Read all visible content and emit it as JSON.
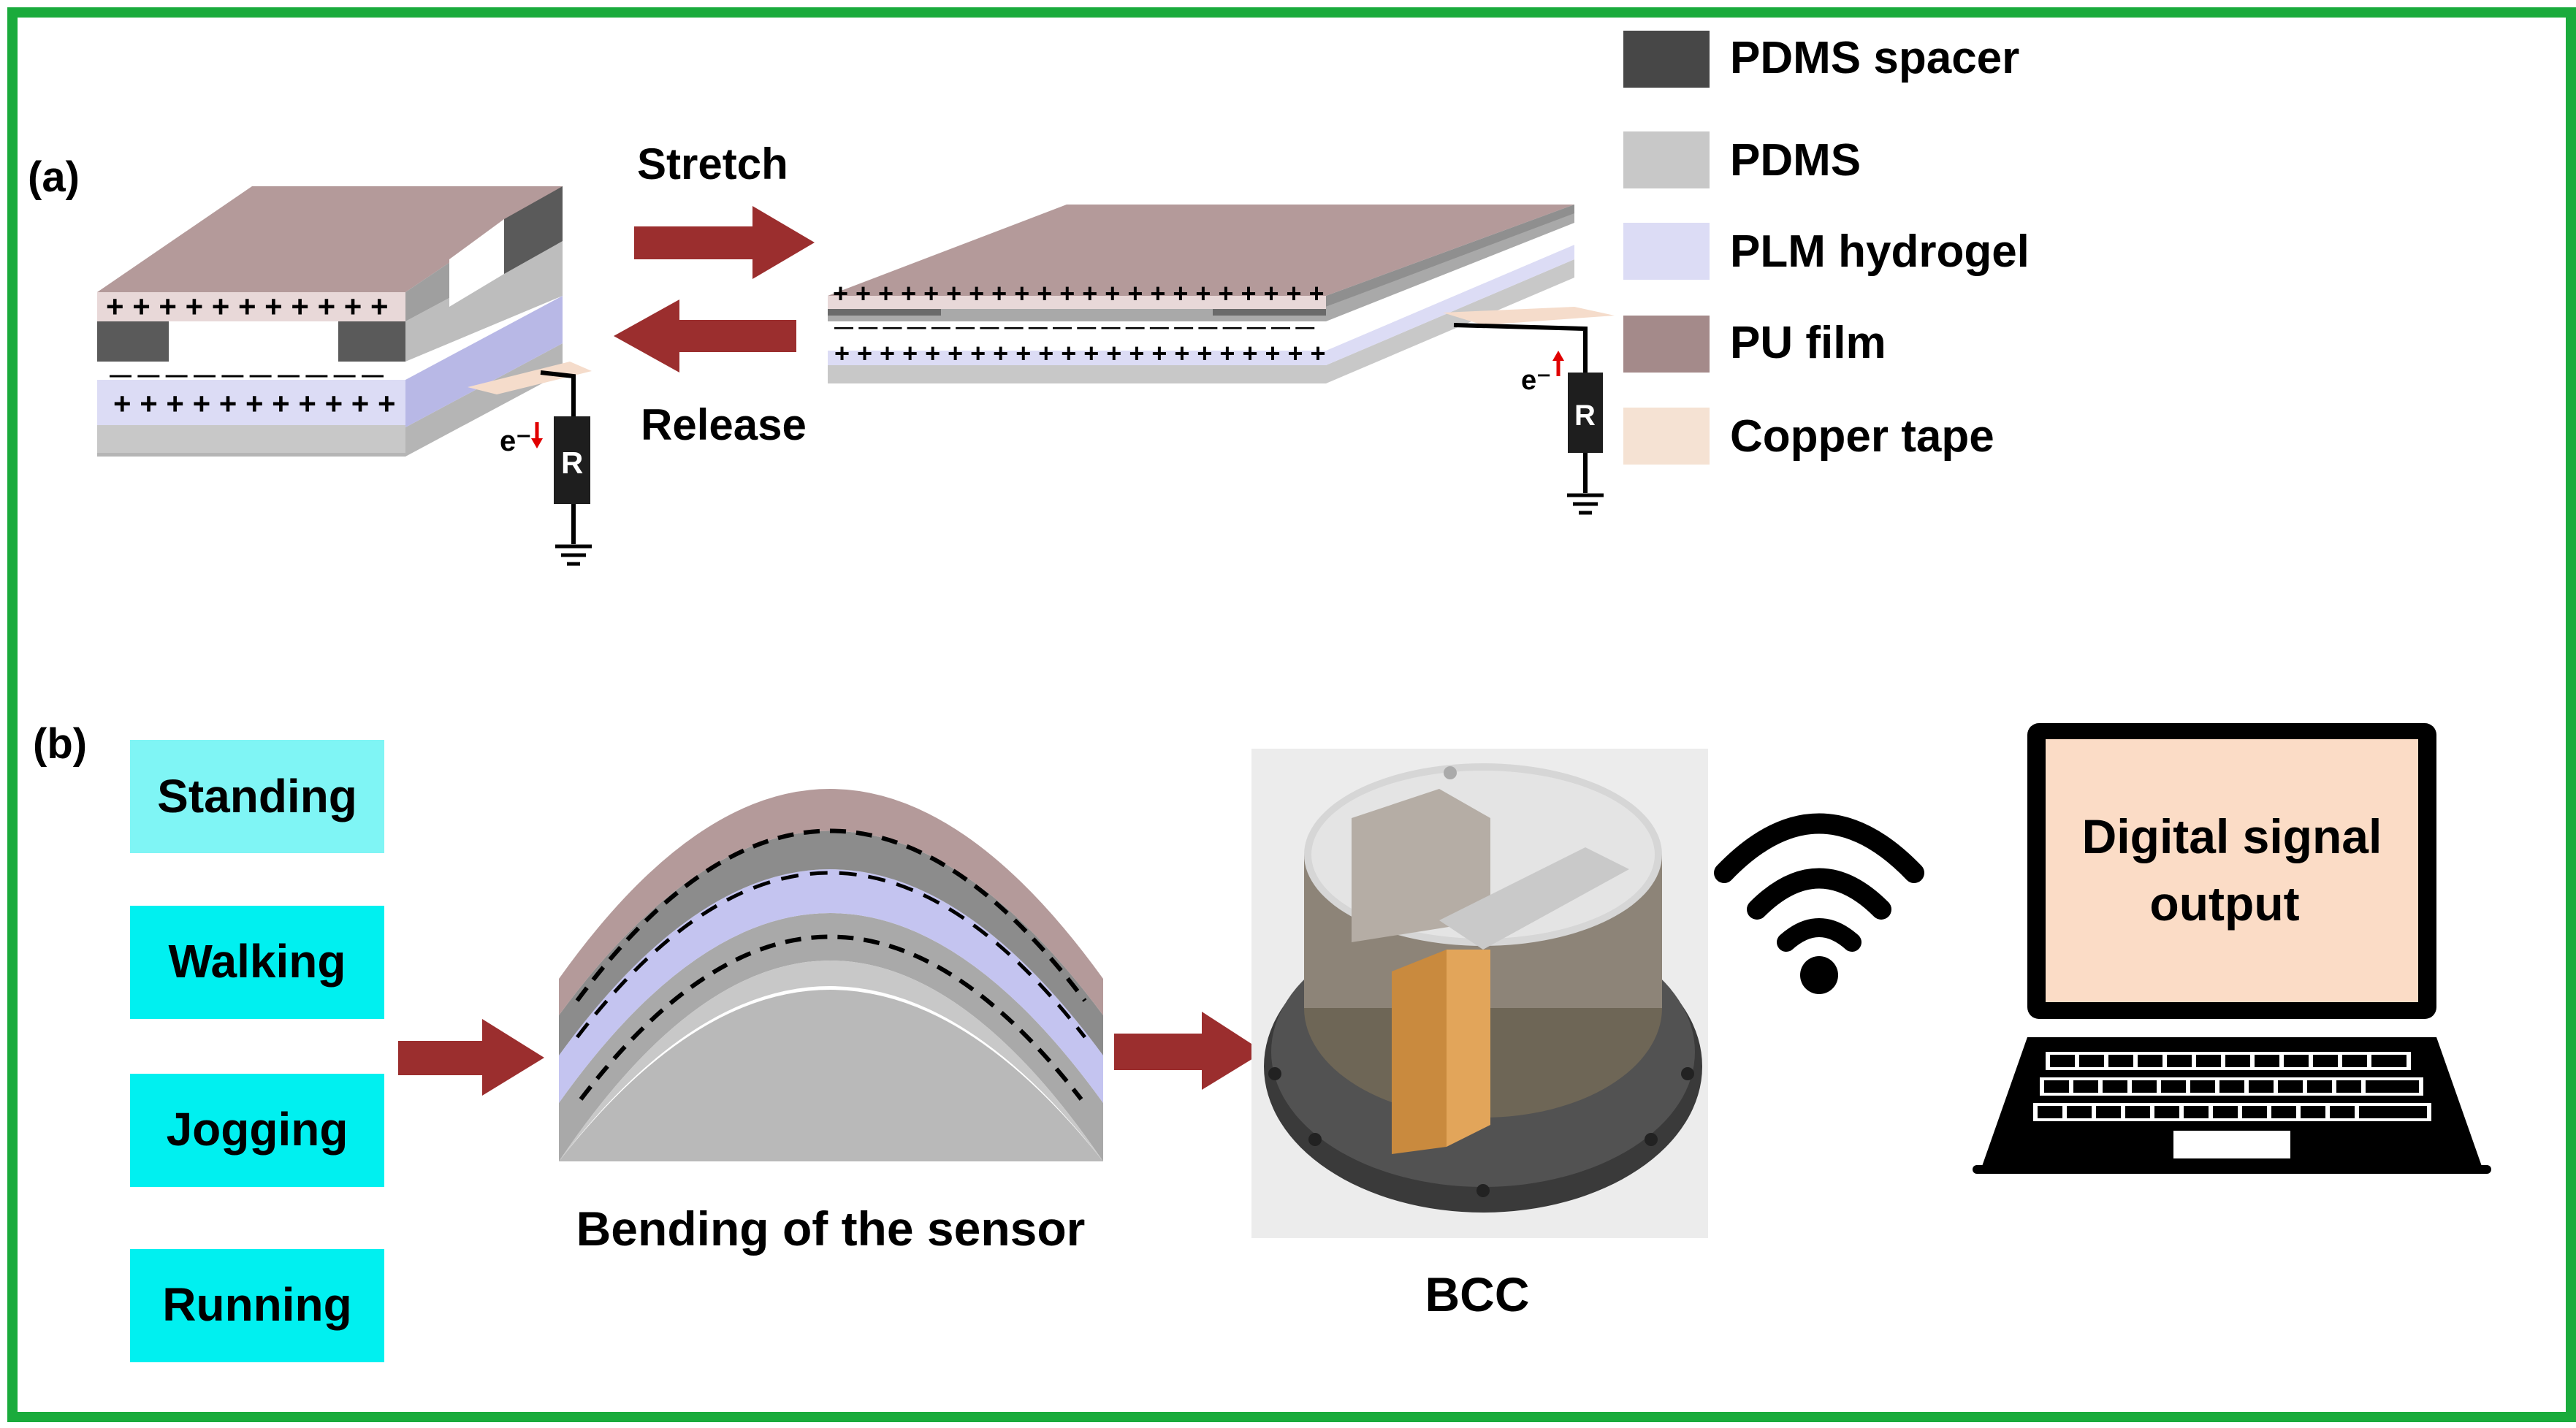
{
  "panel_labels": {
    "a": "(a)",
    "b": "(b)"
  },
  "panel_a": {
    "stretch_label": "Stretch",
    "release_label": "Release",
    "resistor_label": "R",
    "electron_label": "e⁻",
    "plus_row_short": "+ + + + + + + + + + +",
    "minus_row_short": "— — — — — — — — — —",
    "plus_row_long": "+ + + + + + + + + + + + + + + + + + + + + +",
    "minus_row_long": "— — — — — — — — — — — — — — — — — — — —"
  },
  "legend": [
    {
      "label": "PDMS spacer",
      "color": "#474747"
    },
    {
      "label": "PDMS",
      "color": "#c8c8c8"
    },
    {
      "label": "PLM hydrogel",
      "color": "#dcdcf5"
    },
    {
      "label": "PU film",
      "color": "#a48a8a"
    },
    {
      "label": "Copper tape",
      "color": "#f5e2d3"
    }
  ],
  "panel_b": {
    "activities": [
      {
        "label": "Standing",
        "color": "#7ff5f5"
      },
      {
        "label": "Walking",
        "color": "#00f0f0"
      },
      {
        "label": "Jogging",
        "color": "#00f0f0"
      },
      {
        "label": "Running",
        "color": "#00f0f0"
      }
    ],
    "sensor_caption": "Bending of the sensor",
    "device_caption": "BCC",
    "laptop_screen_line1": "Digital signal",
    "laptop_screen_line2": "output"
  },
  "colors": {
    "border": "#1aab3c",
    "arrow": "#9b2e2e",
    "pu_film": "#b49a9a",
    "pdms": "#c8c8c8",
    "spacer": "#5a5a5a",
    "hydrogel": "#d4d4f2",
    "copper": "#f5dccb",
    "laptop_screen": "#fbdcc6"
  }
}
